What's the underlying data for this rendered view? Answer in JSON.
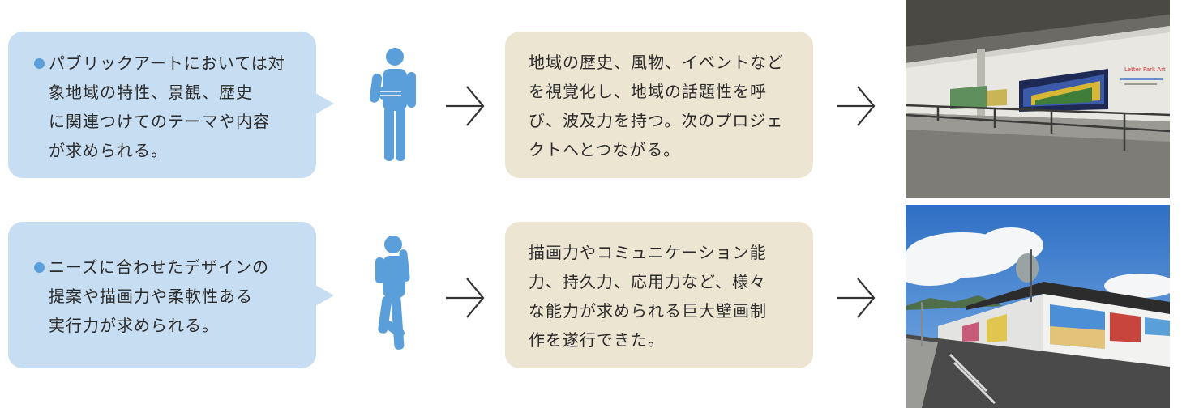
{
  "rows": [
    {
      "need": "パブリックアートにおいては対\n象地域の特性、景観、歴史\nに関連つけてのテーマや内容\nが求められる。",
      "result": "地域の歴史、風物、イベントなど\nを視覚化し、地域の話題性を呼\nび、波及力を持つ。次のプロジェ\nクトへとつながる。"
    },
    {
      "need": "ニーズに合わせたデザインの\n提案や描画力や柔軟性ある\n実行力が求められる。",
      "result": "描画力やコミュニケーション能\n力、持久力、応用力など、様々\nな能力が求められる巨大壁画制\n作を遂行できた。"
    }
  ],
  "colors": {
    "need_box": "#c7ddf2",
    "result_box": "#ece5d1",
    "bullet": "#5b9fda",
    "figure": "#5b9fda",
    "arrow": "#333333"
  },
  "icons": [
    "person-holding-icon",
    "person-thinking-icon",
    "arrow-right-icon"
  ],
  "photos": [
    {
      "name": "underpass-mural-photo",
      "mural_sign": "Letter Park Art"
    },
    {
      "name": "outdoor-wall-mural-photo"
    }
  ]
}
